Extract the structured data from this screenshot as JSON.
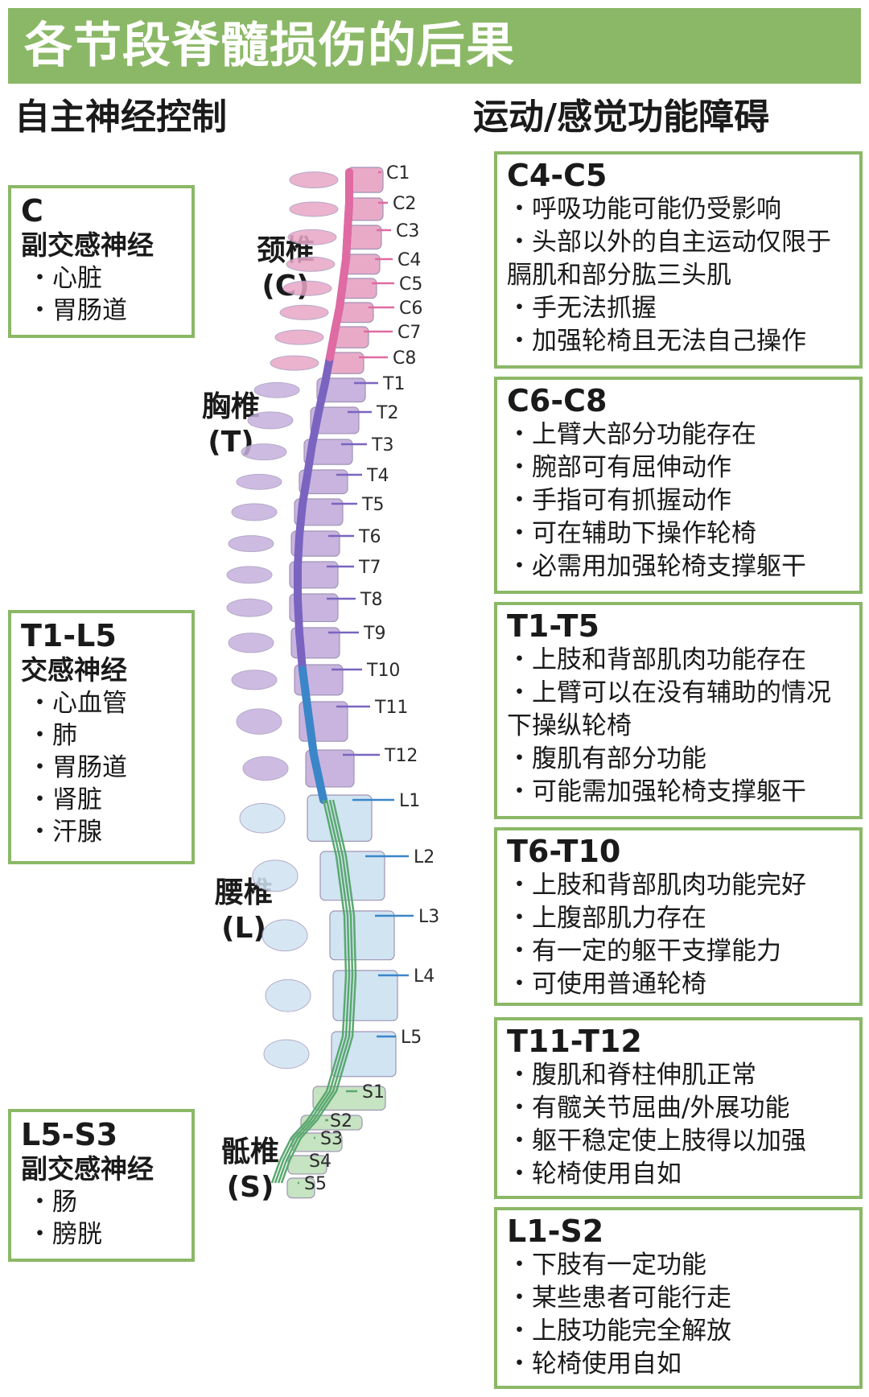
{
  "title": "各节段脊髓损伤的后果",
  "left_heading": "自主神经控制",
  "right_heading": "运动/感觉功能障碍",
  "left_boxes": [
    {
      "code": "C",
      "subtitle": "副交感神经",
      "items": [
        "・心脏",
        "・胃肠道"
      ]
    },
    {
      "code": "T1-L5",
      "subtitle": "交感神经",
      "items": [
        "・心血管",
        "・肺",
        "・胃肠道",
        "・肾脏",
        "・汗腺"
      ]
    },
    {
      "code": "L5-S3",
      "subtitle": "副交感神经",
      "items": [
        "・肠",
        "・膀胱"
      ]
    }
  ],
  "right_boxes": [
    {
      "code": "C4-C5",
      "items": [
        "・呼吸功能可能仍受影响",
        "・头部以外的自主运动仅限于膈肌和部分肱三头肌",
        "・手无法抓握",
        "・加强轮椅且无法自己操作"
      ]
    },
    {
      "code": "C6-C8",
      "items": [
        "・上臂大部分功能存在",
        "・腕部可有屈伸动作",
        "・手指可有抓握动作",
        "・可在辅助下操作轮椅",
        "・必需用加强轮椅支撑躯干"
      ]
    },
    {
      "code": "T1-T5",
      "items": [
        "・上肢和背部肌肉功能存在",
        "・上臂可以在没有辅助的情况下操纵轮椅",
        "・腹肌有部分功能",
        "・可能需加强轮椅支撑躯干"
      ]
    },
    {
      "code": "T6-T10",
      "items": [
        "・上肢和背部肌肉功能完好",
        "・上腹部肌力存在",
        "・有一定的躯干支撑能力",
        "・可使用普通轮椅"
      ]
    },
    {
      "code": "T11-T12",
      "items": [
        "・腹肌和脊柱伸肌正常",
        "・有髋关节屈曲/外展功能",
        "・躯干稳定使上肢得以加强",
        "・轮椅使用自如"
      ]
    },
    {
      "code": "L1-S2",
      "items": [
        "・下肢有一定功能",
        "・某些患者可能行走",
        "・上肢功能完全解放",
        "・轮椅使用自如"
      ]
    }
  ],
  "regions": [
    {
      "name": "颈椎",
      "abbr": "(C)"
    },
    {
      "name": "胸椎",
      "abbr": "(T)"
    },
    {
      "name": "腰椎",
      "abbr": "(L)"
    },
    {
      "name": "骶椎",
      "abbr": "(S)"
    }
  ],
  "segments": [
    "C1",
    "C2",
    "C3",
    "C4",
    "C5",
    "C6",
    "C7",
    "C8",
    "T1",
    "T2",
    "T3",
    "T4",
    "T5",
    "T6",
    "T7",
    "T8",
    "T9",
    "T10",
    "T11",
    "T12",
    "L1",
    "L2",
    "L3",
    "L4",
    "L5",
    "S1",
    "S2",
    "S3",
    "S4",
    "S5"
  ],
  "colors": {
    "accent_green": "#8bb866",
    "cervical": "#e8a6c6",
    "thoracic": "#c6b0dd",
    "lumbar": "#cfe3f2",
    "sacral": "#c4e2bf",
    "cord_cervical": "#e06aa2",
    "cord_thoracic": "#7a64c0",
    "cord_lumbar": "#3a86c8",
    "cord_sacral": "#5aa870"
  }
}
